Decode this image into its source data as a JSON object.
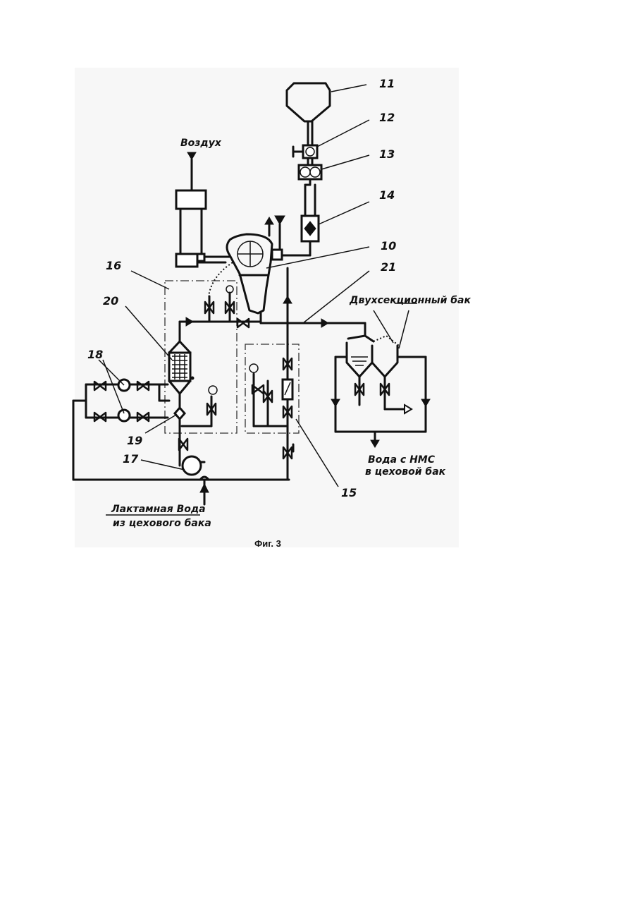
{
  "caption": "Фиг. 3",
  "labels": {
    "air": "Воздух",
    "two_section_tank": "Двухсекционный бак",
    "water_out_1": "Вода с НМС",
    "water_out_2": "в цеховой бак",
    "lactam_water_1": "Лактамная Вода",
    "lactam_water_2": "из цехового бака"
  },
  "callouts": {
    "n10": "10",
    "n11": "11",
    "n12": "12",
    "n13": "13",
    "n14": "14",
    "n15": "15",
    "n16": "16",
    "n17": "17",
    "n18": "18",
    "n19": "19",
    "n20": "20",
    "n21": "21"
  }
}
